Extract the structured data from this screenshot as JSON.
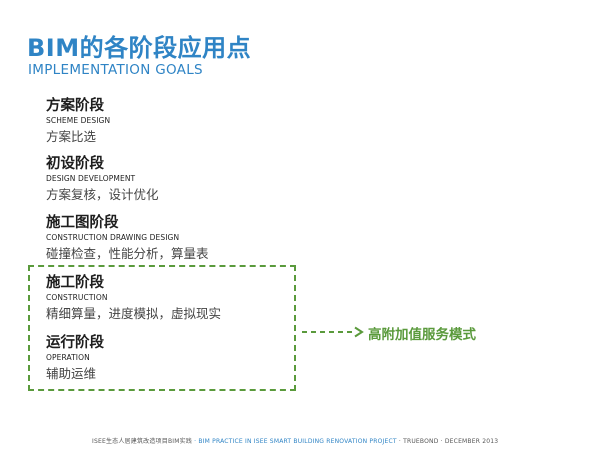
{
  "header": {
    "title_cn": "BIM的各阶段应用点",
    "title_en": "IMPLEMENTATION GOALS"
  },
  "stages": [
    {
      "cn": "方案阶段",
      "en": "SCHEME DESIGN",
      "desc": "方案比选"
    },
    {
      "cn": "初设阶段",
      "en": "DESIGN DEVELOPMENT",
      "desc": "方案复核，设计优化"
    },
    {
      "cn": "施工图阶段",
      "en": "CONSTRUCTION DRAWING DESIGN",
      "desc": "碰撞检查，性能分析，算量表"
    },
    {
      "cn": "施工阶段",
      "en": "CONSTRUCTION",
      "desc": "精细算量，进度模拟，虚拟现实"
    },
    {
      "cn": "运行阶段",
      "en": "OPERATION",
      "desc": "辅助运维"
    }
  ],
  "callout": {
    "text": "高附加值服务模式",
    "color": "#5a9a3c"
  },
  "footer": {
    "left": "ISEE生态人居建筑改造项目BIM实践",
    "middle": " · BIM PRACTICE IN ISEE SMART BUILDING RENOVATION PROJECT",
    "right": " · TRUEBOND · DECEMBER 2013"
  },
  "colors": {
    "title": "#2f84c5",
    "accent_green": "#5a9a3c"
  }
}
